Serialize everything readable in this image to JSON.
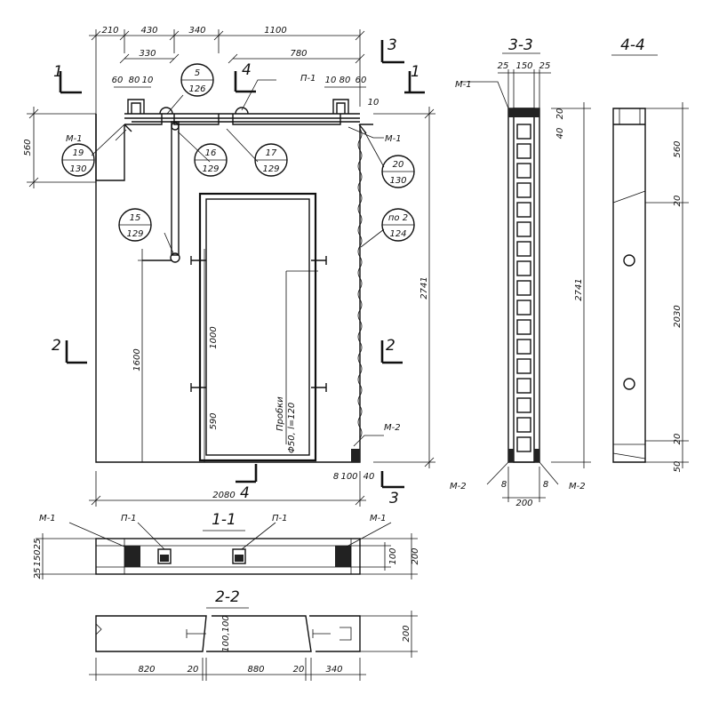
{
  "sections": {
    "s11": "1-1",
    "s22": "2-2",
    "s33": "3-3",
    "s44": "4-4",
    "mark1": "1",
    "mark2": "2",
    "mark3": "3",
    "mark4": "4"
  },
  "dims_top": {
    "d210": "210",
    "d430": "430",
    "d340": "340",
    "d1100": "1100",
    "d330": "330",
    "d780": "780",
    "d60": "60",
    "d80": "80",
    "d10": "10"
  },
  "dims_main": {
    "d560": "560",
    "d1600": "1600",
    "d1000": "1000",
    "d590": "590",
    "d2741": "2741",
    "d2080": "2080",
    "d8": "8",
    "d100": "100",
    "d40": "40"
  },
  "labels": {
    "m1": "М-1",
    "m2": "М-2",
    "p1": "П-1",
    "probki": "Пробки",
    "probki_dim": "Φ50, l=120"
  },
  "callouts": {
    "c5_top": "5",
    "c5_bot": "126",
    "c16_top": "16",
    "c16_bot": "129",
    "c17_top": "17",
    "c17_bot": "129",
    "c19_top": "19",
    "c19_bot": "130",
    "c20_top": "20",
    "c20_bot": "130",
    "c15_top": "15",
    "c15_bot": "129",
    "cpo_top": "по 2",
    "cpo_bot": "124"
  },
  "dims_33": {
    "d25a": "25",
    "d150": "150",
    "d25b": "25",
    "d40": "40",
    "d20": "20",
    "d2741": "2741",
    "d8a": "8",
    "d8b": "8",
    "d200": "200"
  },
  "dims_44": {
    "d560": "560",
    "d20a": "20",
    "d2030": "2030",
    "d20b": "20",
    "d50": "50"
  },
  "dims_11": {
    "d25a": "25",
    "d150": "150",
    "d25b": "25",
    "d100": "100",
    "d200": "200"
  },
  "dims_22": {
    "d820": "820",
    "d20a": "20",
    "d880": "880",
    "d20b": "20",
    "d340": "340",
    "d100": "100,100",
    "d200": "200"
  }
}
